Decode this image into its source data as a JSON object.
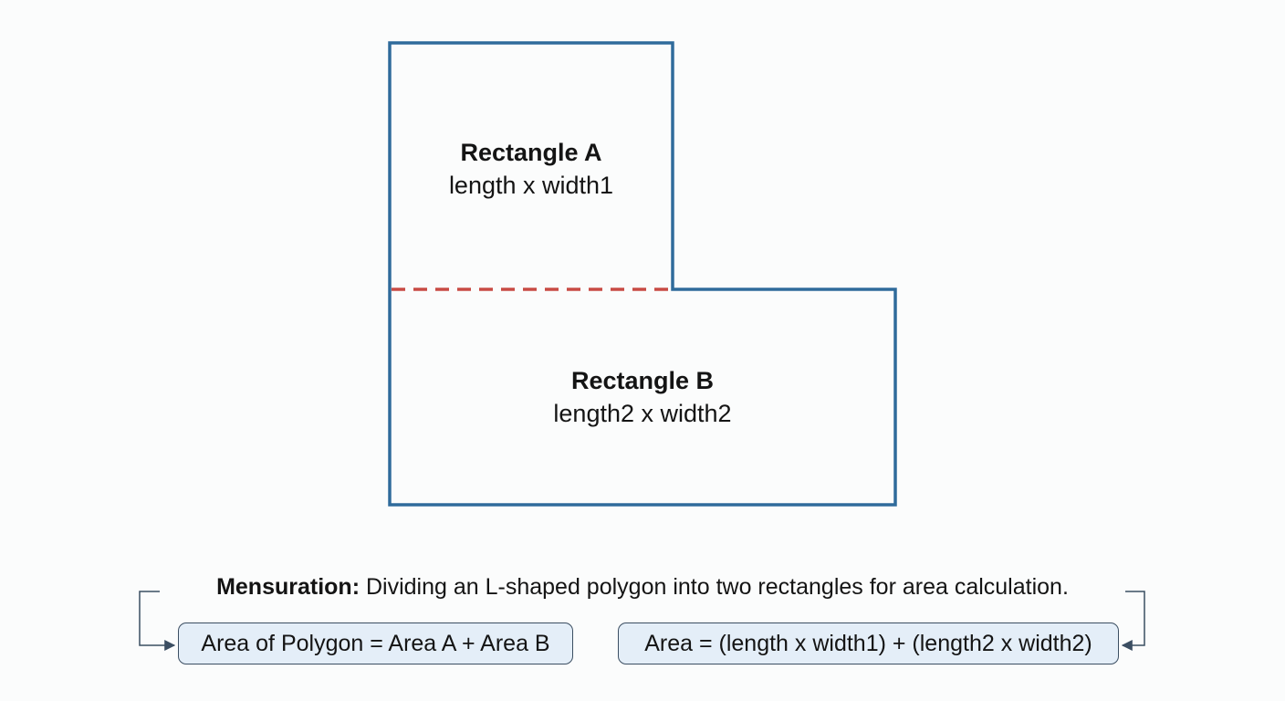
{
  "rectangle_a": {
    "title": "Rectangle A",
    "formula": "length x width1"
  },
  "rectangle_b": {
    "title": "Rectangle B",
    "formula": "length2 x width2"
  },
  "caption": {
    "bold": "Mensuration:",
    "text": "Dividing an L-shaped polygon into two rectangles for area calculation."
  },
  "formulas": {
    "left": "Area of Polygon = Area A + Area B",
    "right": "Area = (length x width1) + (length2 x width2)"
  },
  "colors": {
    "outline": "#2f6b9b",
    "divider": "#c84b44",
    "box_fill": "#e4eef8",
    "box_border": "#3b4e62",
    "connector": "#3b4e62"
  }
}
